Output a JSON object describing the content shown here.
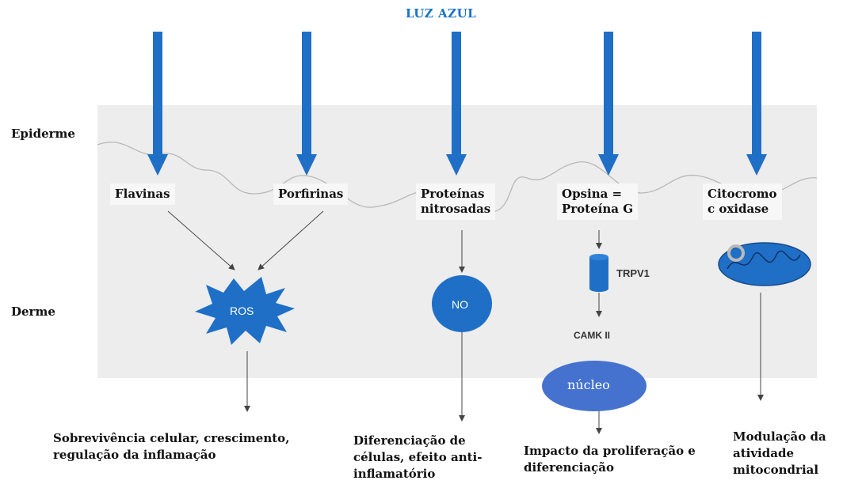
{
  "title": "LUZ AZUL",
  "layers": {
    "epiderme": "Epiderme",
    "derme": "Derme"
  },
  "molecules": {
    "flavinas": "Flavinas",
    "porfirinas": "Porfirinas",
    "proteinas_line1": "Proteínas",
    "proteinas_line2": "nitrosadas",
    "opsina_line1": "Opsina =",
    "opsina_line2": "Proteína G",
    "citocromo_line1": "Citocromo",
    "citocromo_line2": "c oxidase"
  },
  "intermediates": {
    "ros": "ROS",
    "no": "NO",
    "trpv1": "TRPV1",
    "camk": "CAMK II",
    "nucleo": "núcleo"
  },
  "outcomes": {
    "ros_line1": "Sobrevivência celular, crescimento,",
    "ros_line2": "regulação da inflamação",
    "no_line1": "Diferenciação de",
    "no_line2": "células, efeito anti-",
    "no_line3": "inflamatório",
    "opsina_line1": "Impacto da proliferação e",
    "opsina_line2": "diferenciação",
    "mito_line1": "Modulação da",
    "mito_line2": "atividade",
    "mito_line3": "mitocondrial"
  },
  "colors": {
    "light_arrow": "#1f6fc6",
    "shape_fill": "#1f6fc6",
    "title": "#1a73c8",
    "skin": "#ededed"
  }
}
